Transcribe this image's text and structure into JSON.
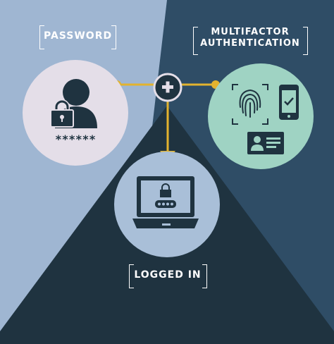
{
  "labels": {
    "password": "PASSWORD",
    "mfa_line1": "MULTIFACTOR",
    "mfa_line2": "AUTHENTICATION",
    "logged_in": "LOGGED IN",
    "masked_password": "******"
  },
  "colors": {
    "bg_left": "#9fb6d2",
    "bg_right": "#2f4d66",
    "triangle": "#1f3340",
    "circle_password": "#e4dee8",
    "circle_mfa": "#9fd3c3",
    "circle_logged_in": "#a9bfd8",
    "connector": "#e3b32e",
    "icon_dark": "#1f3340"
  },
  "icons": [
    "user-icon",
    "lock-icon",
    "plus-icon",
    "fingerprint-icon",
    "smartphone-check-icon",
    "id-card-icon",
    "laptop-icon"
  ]
}
